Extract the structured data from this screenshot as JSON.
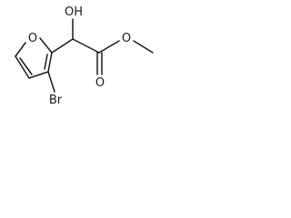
{
  "molecule": {
    "atoms": [
      {
        "id": "O1",
        "label": "O",
        "element": "O"
      },
      {
        "id": "OH",
        "label": "OH",
        "element": "O"
      },
      {
        "id": "O_carbonyl",
        "label": "O",
        "element": "O"
      },
      {
        "id": "O_ester",
        "label": "O",
        "element": "O"
      },
      {
        "id": "Br",
        "label": "Br",
        "element": "Br"
      }
    ],
    "colors": {
      "bond": "#1a1a1a",
      "label": "#1a1a1a",
      "background": "#ffffff"
    }
  }
}
